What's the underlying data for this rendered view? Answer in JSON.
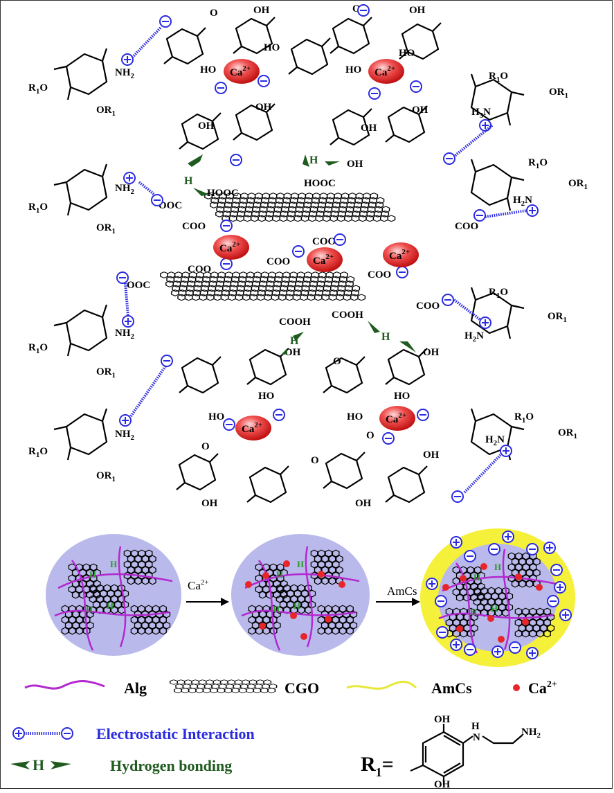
{
  "labels": {
    "ca": "Ca",
    "ca_sup": "2+",
    "nh2": "NH",
    "nh2_sub": "2",
    "h3n": "H",
    "h3n_sub": "3",
    "h3n_n": "N",
    "h2n": "H",
    "h2n_sub": "2",
    "h2n_n": "N",
    "r1o": "R",
    "r1_sub": "1",
    "r1o_o": "O",
    "or1": "OR",
    "oh": "OH",
    "ho": "HO",
    "o": "O",
    "hooc": "HOOC",
    "ooc": "OOC",
    "coo": "COO",
    "cooh": "COOH",
    "o_minus": "O",
    "o_minus_sup": "-",
    "h": "H",
    "plus": "+",
    "minus": "−"
  },
  "process": {
    "step1": "Ca",
    "step1_sup": "2+",
    "step2": "AmCs"
  },
  "legend": {
    "alg": "Alg",
    "cgo": "CGO",
    "amcs": "AmCs",
    "ca": "Ca",
    "ca_sup": "2+",
    "electrostatic": "Electrostatic Interaction",
    "hbond": "Hydrogen bonding",
    "r1_label": "R",
    "r1_sub": "1",
    "r1_eq": "=",
    "r1_oh_top": "OH",
    "r1_oh_bottom": "OH",
    "r1_nh": "H",
    "r1_n": "N",
    "r1_nh2": "NH",
    "r1_nh2_sub": "2"
  },
  "colors": {
    "ca_ion": "#e8262a",
    "electrostatic": "#2a2ae0",
    "hbond": "#1f5a1f",
    "alg": "#b428d0",
    "amcs": "#f5f03a",
    "bead": "#b9b9ec"
  }
}
